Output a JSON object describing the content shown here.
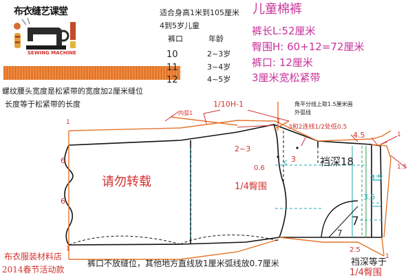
{
  "header": {
    "brand_title": "布衣缝艺课堂",
    "logo_caption": "SEWING MACHINE",
    "fit_line1": "适合身高1米到105厘米",
    "fit_line2": "4到5岁儿童"
  },
  "size_table": {
    "col1": "裤口",
    "col2": "年龄",
    "rows": [
      {
        "cuff": "10",
        "age": "2~3岁"
      },
      {
        "cuff": "11",
        "age": "3~4岁"
      },
      {
        "cuff": "12",
        "age": "4~5岁"
      }
    ]
  },
  "spec": {
    "title": "儿童棉裤",
    "length": "裤长L:52厘米",
    "hip": "臀围H: 60+12=72厘米",
    "cuff": "裤口: 12厘米",
    "waistband": "3厘米宽松紧带"
  },
  "notes": {
    "waist_line1": "螺纹腰头宽度是松紧带的宽度加2厘米缝位",
    "waist_line2": "长度等于松紧带的长度",
    "bottom": "裤口不放缝位，其他地方直线放1厘米弧线放0.7厘米",
    "watermark": "请勿转载",
    "shop_line1": "布衣服装材料店",
    "shop_line2": "2014春节活动款"
  },
  "labels": {
    "h_formula": "1/10H-1",
    "inner_arc": "内弧1",
    "angle_note1": "角平分线上取1.5厘米画",
    "angle_note2": "外弧线",
    "midpoint_note": "3和2连线1/2处低0.5",
    "crotch_depth": "裆深18",
    "quarter_hip_left": "1/4臀围",
    "quarter_hip_right": "1/4臀围",
    "crotch_equal": "裆深等于",
    "num_1_left_top": "1",
    "num_1_left_bottom": "1",
    "num_6_top": "6",
    "num_6_bottom": "6",
    "num_1_top": "1",
    "num_2_3": "2~3",
    "num_3": "3",
    "num_06": "0.6",
    "num_45": "4.5",
    "num_1_right": "1",
    "num_15": "1.5",
    "num_35a": "3.5",
    "num_35b": "3.5",
    "num_7a": "7",
    "num_7b": "7",
    "num_25": "2.5",
    "num_1_bottom_right": "1"
  },
  "colors": {
    "outline": "#111111",
    "orange": "#e4742a",
    "magenta": "#c8339a",
    "red": "#d2312e",
    "teal": "#21a8b0",
    "green": "#2f9a52"
  }
}
